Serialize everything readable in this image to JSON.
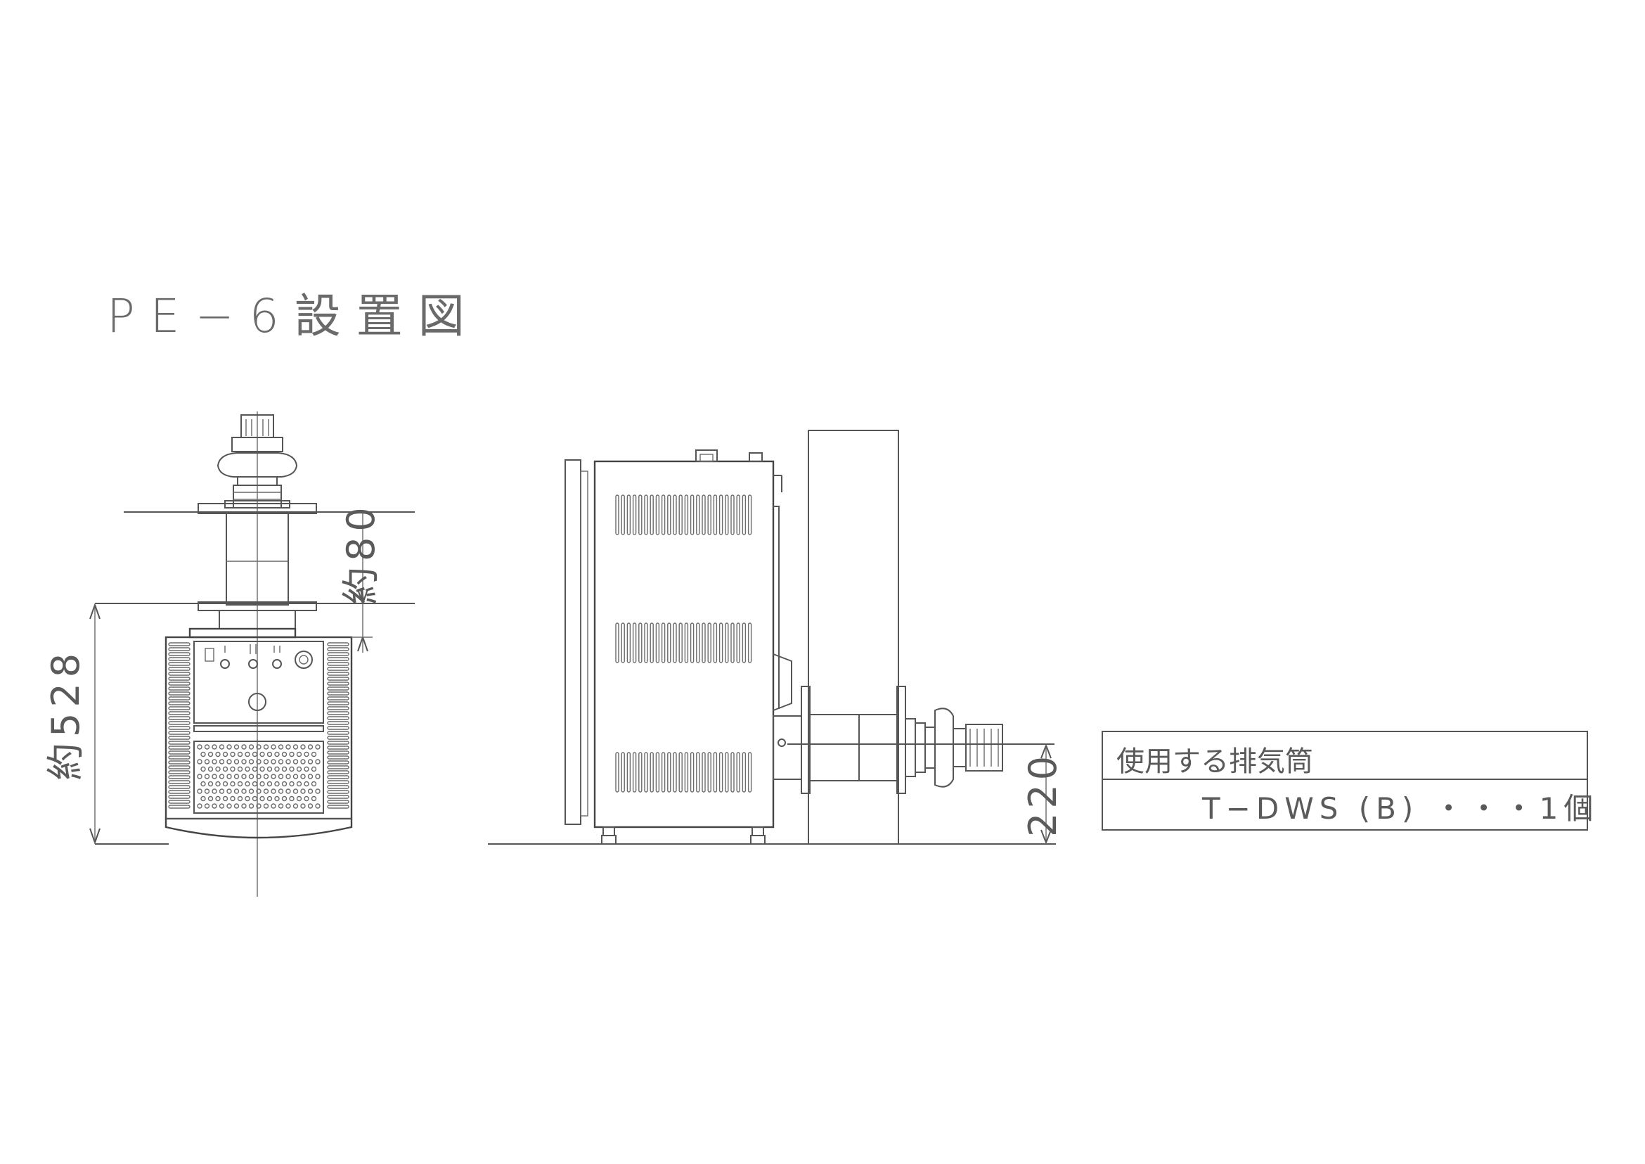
{
  "title": "PE−6設置図",
  "front_view": {
    "dim_height": "約528",
    "dim_top": "約80"
  },
  "side_view": {
    "dim_height": "220"
  },
  "table": {
    "header": "使用する排気筒",
    "row": "T−DWS (B) ・・・1個"
  },
  "colors": {
    "line": "#555555",
    "text": "#5a5a5a"
  }
}
